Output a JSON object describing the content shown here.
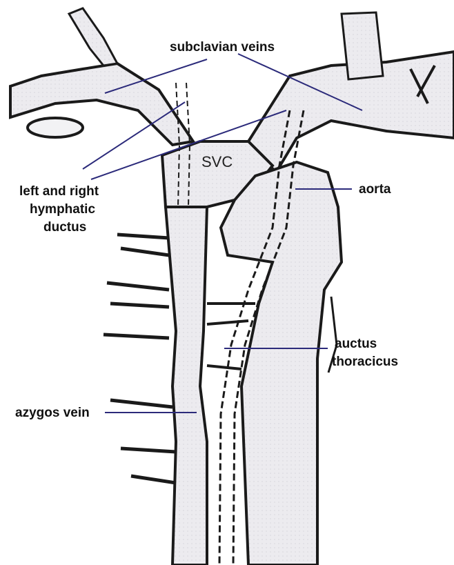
{
  "labels": {
    "subclavian": "subclavian veins",
    "svc": "SVC",
    "lymphatic_line1": "left and right",
    "lymphatic_line2": "hymphatic",
    "lymphatic_line3": "ductus",
    "aorta": "aorta",
    "thoracic_line1": "auctus",
    "thoracic_line2": "thoracicus",
    "azygos": "azygos vein"
  },
  "colors": {
    "leader_line": "#2b2a7a",
    "vessel_fill": "#e6e6ea",
    "vessel_outline": "#1a1a1a",
    "text": "#111111"
  }
}
